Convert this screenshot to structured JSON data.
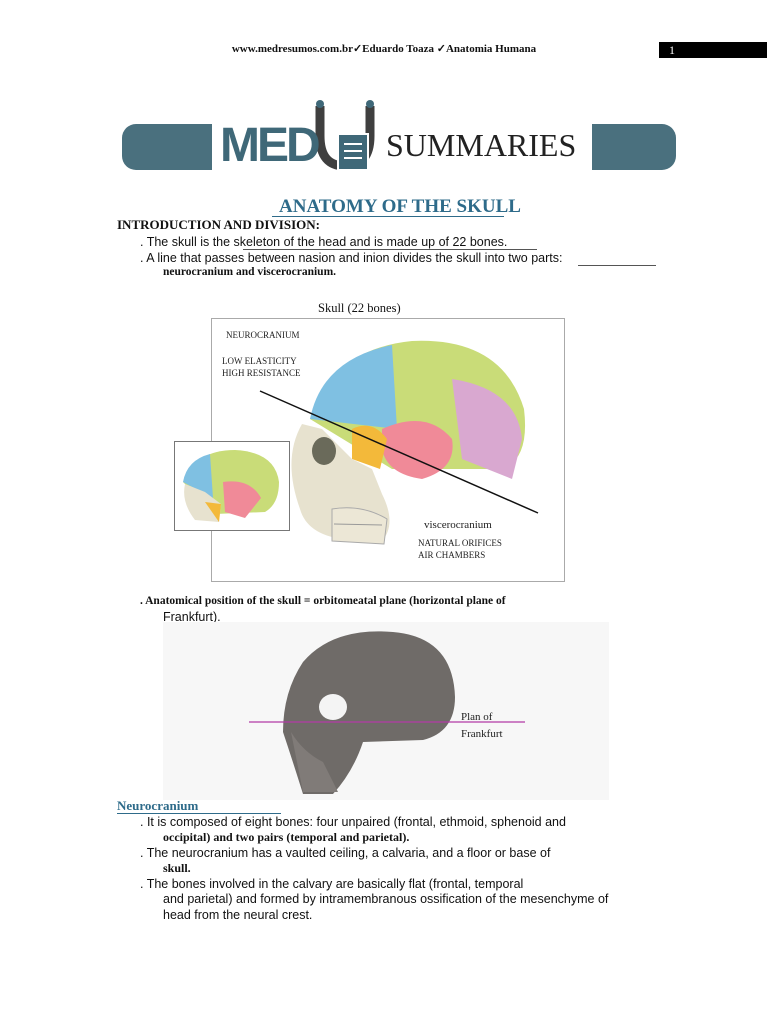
{
  "header": {
    "text": "www.medresumos.com.br✓Eduardo Toaza ✓Anatomia Humana",
    "page_number": "1"
  },
  "banner": {
    "logo_text": "MED",
    "subtitle": "SUMMARIES",
    "accent_color": "#4a707e"
  },
  "title": "ANATOMY OF THE SKULL",
  "intro": {
    "heading": "INTRODUCTION AND DIVISION:",
    "line1": ". The skull is the skeleton of the head and is made up of 22 bones.",
    "line2": ". A line that passes between nasion and inion divides the skull into two parts:",
    "line2b": "neurocranium and viscerocranium."
  },
  "figure1": {
    "caption": "Skull (22 bones)",
    "neurocranium": "NEUROCRANIUM",
    "low_elasticity": "LOW ELASTICITY",
    "high_resistance": "HIGH RESISTANCE",
    "viscerocranium": "viscerocranium",
    "natural_orifices": "NATURAL ORIFICES",
    "air_chambers": "AIR CHAMBERS"
  },
  "anatomical": {
    "line1": ". Anatomical position of the skull = orbitomeatal plane (horizontal plane of",
    "line2": "Frankfurt)."
  },
  "figure2": {
    "plan_of": "Plan of",
    "frankfurt": "Frankfurt"
  },
  "neurocranium": {
    "heading": "Neurocranium",
    "l1": ". It is composed of eight bones: four unpaired (frontal, ethmoid, sphenoid and",
    "l1b": "occipital) and two pairs (temporal and parietal).",
    "l2": ". The neurocranium has a vaulted ceiling, a calvaria, and a floor or base of",
    "l2b": "skull.",
    "l3": ". The bones involved in the calvary are basically flat (frontal, temporal",
    "l3b": "and parietal) and formed by intramembranous ossification of the mesenchyme of",
    "l3c": "head from the neural crest."
  }
}
